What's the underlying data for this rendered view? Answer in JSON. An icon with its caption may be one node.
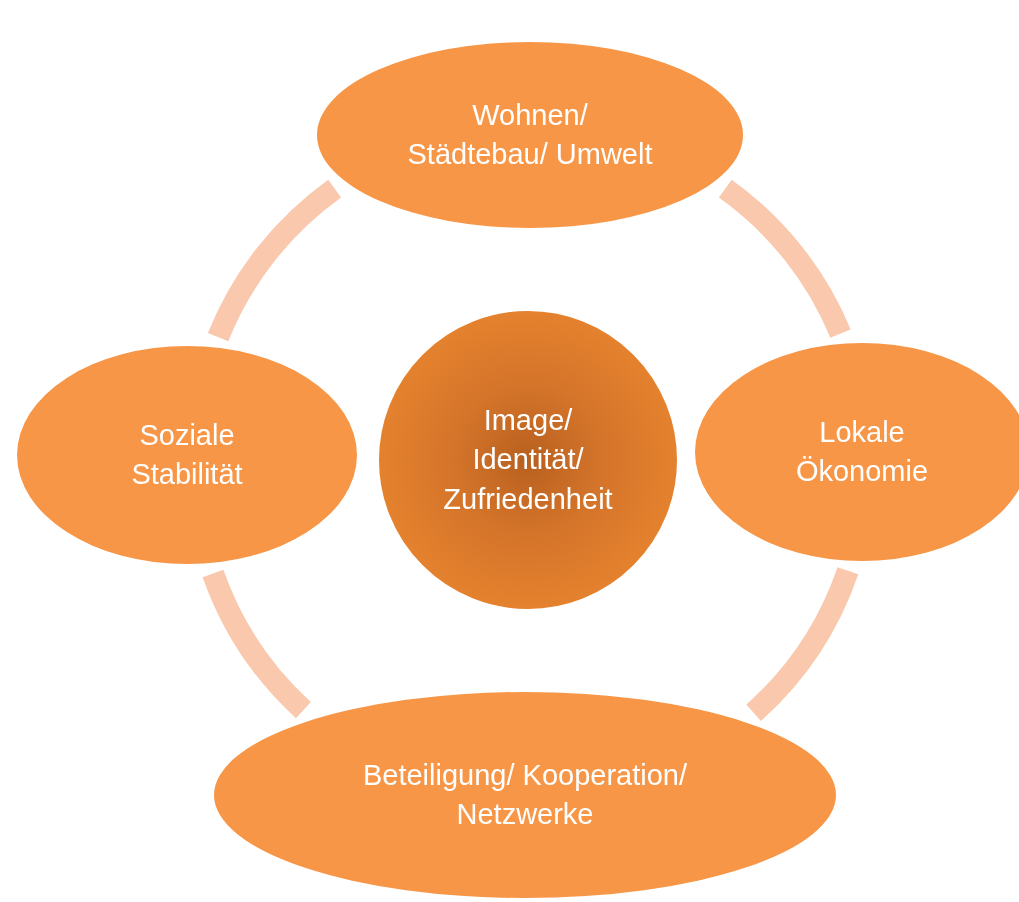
{
  "diagram": {
    "nodes": [
      {
        "text": [
          "Wohnen/ Städtebau/ Umwelt"
        ]
      },
      {
        "text": [
          "Soziale Stabilität"
        ]
      },
      {
        "text": [
          "Image/ Identität/ Zufriedenheit"
        ]
      },
      {
        "text": [
          "Lokale Ökonomie"
        ]
      },
      {
        "text": [
          "Beteiligung/ Kooperation/ Netzwerke"
        ]
      }
    ],
    "edges": [
      {
        "from": 0,
        "to": 3,
        "arrow": "none"
      },
      {
        "from": 3,
        "to": 4,
        "arrow": "none"
      },
      {
        "from": 4,
        "to": 1,
        "arrow": "none"
      },
      {
        "from": 1,
        "to": 0,
        "arrow": "none"
      }
    ]
  }
}
